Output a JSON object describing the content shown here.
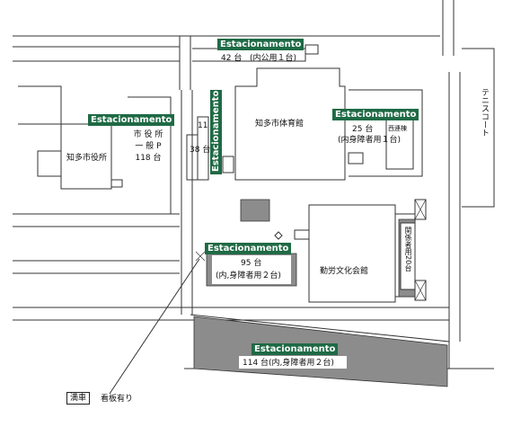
{
  "parking_label": "Estacionamento",
  "lots": {
    "north": {
      "count": "42 台",
      "note": "(内公用１台)"
    },
    "city_hall_side": {
      "count": "11"
    },
    "center_vertical": {
      "count": "38 台"
    },
    "gym_east": {
      "count": "25 台",
      "note": "(内身障者用１台)"
    },
    "labor_center": {
      "count": "95 台",
      "note": "(内,身障者用２台)"
    },
    "south": {
      "count": "114 台(内,身障者用２台)"
    }
  },
  "buildings": {
    "city_hall": "知多市役所",
    "gym": "知多市体育館",
    "labor_hall": "勤労文化会館",
    "tennis_court": "テニスコート",
    "small_building": "西連棟"
  },
  "city_hall_lot": [
    "市 役 所",
    "一 般 P",
    "118 台"
  ],
  "staff_lot": "関係者用20台",
  "legend": {
    "box": "満車",
    "text": "看板有り"
  },
  "colors": {
    "parking_green": "#1f6a45",
    "lot_gray": "#8c8c8c",
    "road_line": "#333333"
  }
}
